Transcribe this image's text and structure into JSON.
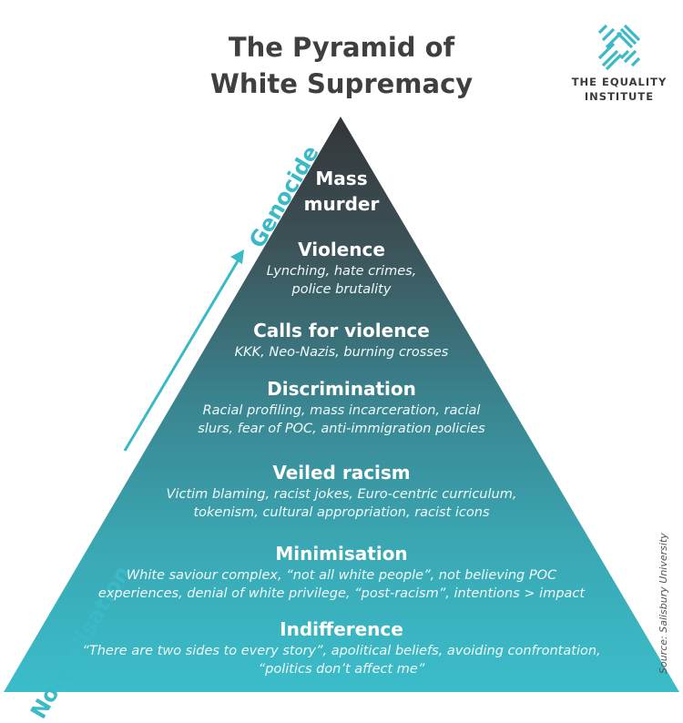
{
  "title_line1": "The Pyramid of",
  "title_line2": "White Supremacy",
  "logo": {
    "name": "THE EQUALITY INSTITUTE",
    "line1": "THE EQUALITY",
    "line2": "INSTITUTE",
    "color": "#3ab9c7"
  },
  "side_labels": {
    "normalisation": "Normalisation",
    "genocide": "Genocide",
    "color": "#3ab9c7"
  },
  "levels": [
    {
      "heading": "Mass",
      "heading2": "murder",
      "desc1": "",
      "desc2": ""
    },
    {
      "heading": "Violence",
      "desc1": "Lynching, hate crimes,",
      "desc2": "police brutality"
    },
    {
      "heading": "Calls for violence",
      "desc1": "KKK, Neo-Nazis, burning crosses",
      "desc2": ""
    },
    {
      "heading": "Discrimination",
      "desc1": "Racial profiling, mass incarceration, racial",
      "desc2": "slurs, fear of POC, anti-immigration policies"
    },
    {
      "heading": "Veiled racism",
      "desc1": "Victim blaming, racist jokes, Euro-centric curriculum,",
      "desc2": "tokenism, cultural appropriation, racist icons"
    },
    {
      "heading": "Minimisation",
      "desc1": "White saviour complex, “not all white people”, not believing POC",
      "desc2": "experiences, denial of white privilege, “post-racism”, intentions > impact"
    },
    {
      "heading": "Indifference",
      "desc1": "“There are two sides to every story”, apolitical beliefs, avoiding confrontation,",
      "desc2": "“politics don’t affect me”"
    }
  ],
  "source": "Source: Salisbury University",
  "colors": {
    "apex": "#333538",
    "base": "#3bbcc9",
    "title": "#3f3f3f"
  }
}
